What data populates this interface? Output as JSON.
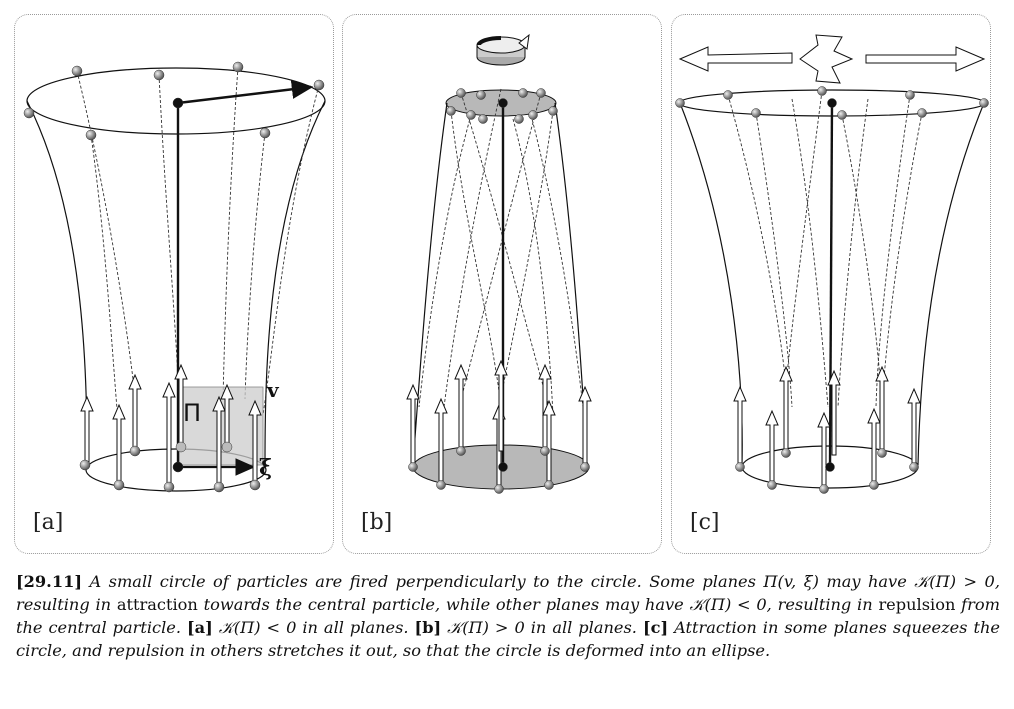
{
  "panels": [
    {
      "id": "a",
      "label": "[a]",
      "plane_symbol": "Π",
      "v_symbol": "v",
      "xi_symbol": "ξ"
    },
    {
      "id": "b",
      "label": "[b]"
    },
    {
      "id": "c",
      "label": "[c]"
    }
  ],
  "caption": {
    "number": "[29.11]",
    "seg1": "A small circle of particles are fired perpendicularly to the circle. Some planes Π(v, ξ) may have 𝒦(Π) > 0, resulting in ",
    "seg2": "attraction",
    "seg3": " towards the central particle, while other planes may have 𝒦(Π) < 0, resulting in ",
    "seg4": "repulsion",
    "seg5": " from the central particle. ",
    "a_tag": "[a]",
    "a_text": " 𝒦(Π) < 0 in all planes. ",
    "b_tag": "[b]",
    "b_text": " 𝒦(Π) > 0 in all planes. ",
    "c_tag": "[c]",
    "c_text": " Attraction in some planes squeezes the circle, and repulsion in others stretches it out, so that the circle is deformed into an ellipse."
  },
  "colors": {
    "line": "#111111",
    "dash": "#333333",
    "particle": "#7d7d7d",
    "plane": "#c8c8c8",
    "disk": "#b8b8b8"
  }
}
